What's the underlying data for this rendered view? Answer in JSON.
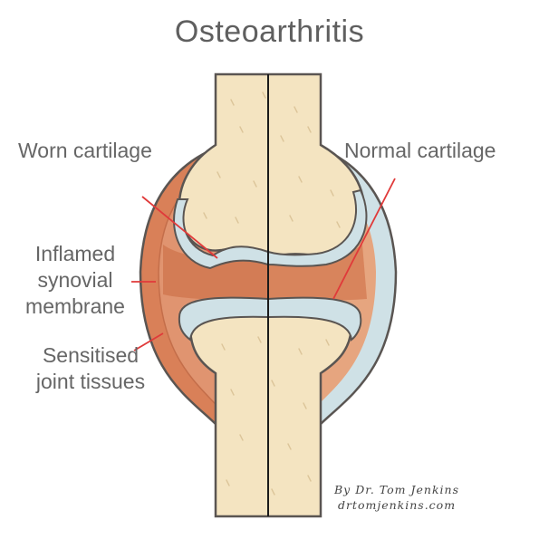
{
  "title": "Osteoarthritis",
  "labels": {
    "worn_cartilage": "Worn cartilage",
    "normal_cartilage": "Normal cartilage",
    "inflamed_line1": "Inflamed",
    "inflamed_line2": "synovial",
    "inflamed_line3": "membrane",
    "sensitised_line1": "Sensitised",
    "sensitised_line2": "joint tissues"
  },
  "credit": {
    "author": "By Dr. Tom Jenkins",
    "website": "drtomjenkins.com"
  },
  "colors": {
    "bone": "#f4e4c1",
    "bone_outline": "#5a5552",
    "cartilage": "#cfe1e6",
    "inflamed": "#d98058",
    "leader_line": "#e03a3a",
    "text": "#666666"
  }
}
